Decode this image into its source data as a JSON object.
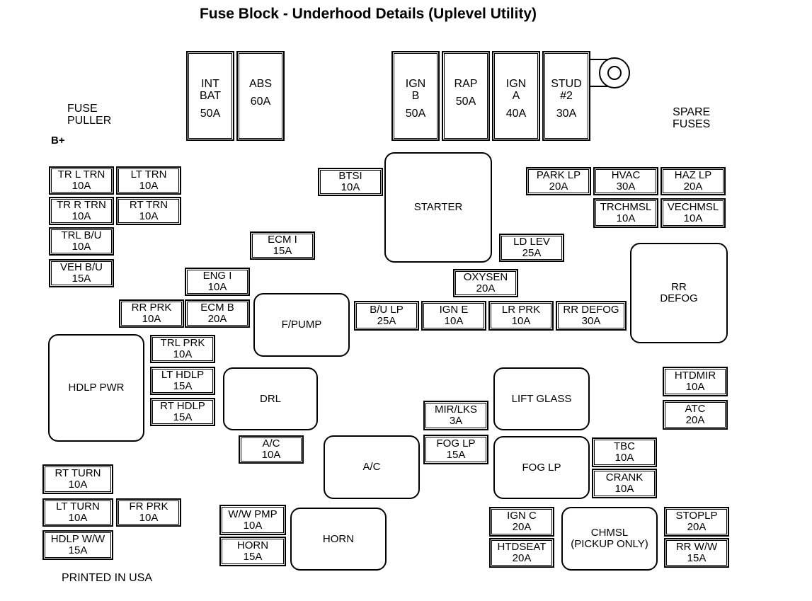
{
  "title": "Fuse Block - Underhood Details (Uplevel Utility)",
  "labels": {
    "fuse_puller_1": "FUSE",
    "fuse_puller_2": "PULLER",
    "b_plus": "B+",
    "spare_fuses_1": "SPARE",
    "spare_fuses_2": "FUSES",
    "printed": "PRINTED IN USA"
  },
  "maxi": {
    "int_bat": [
      "INT",
      "BAT",
      "50A"
    ],
    "abs": [
      "ABS",
      "60A"
    ],
    "ign_b": [
      "IGN",
      "B",
      "50A"
    ],
    "rap": [
      "RAP",
      "50A"
    ],
    "ign_a": [
      "IGN",
      "A",
      "40A"
    ],
    "stud2": [
      "STUD",
      "#2",
      "30A"
    ]
  },
  "fuses": {
    "tr_l_trn": [
      "TR L TRN",
      "10A"
    ],
    "lt_trn": [
      "LT TRN",
      "10A"
    ],
    "tr_r_trn": [
      "TR R TRN",
      "10A"
    ],
    "rt_trn": [
      "RT TRN",
      "10A"
    ],
    "trl_bu": [
      "TRL B/U",
      "10A"
    ],
    "veh_bu": [
      "VEH B/U",
      "15A"
    ],
    "btsi": [
      "BTSI",
      "10A"
    ],
    "ecm_i": [
      "ECM I",
      "15A"
    ],
    "eng_i": [
      "ENG I",
      "10A"
    ],
    "rr_prk": [
      "RR PRK",
      "10A"
    ],
    "ecm_b": [
      "ECM B",
      "20A"
    ],
    "park_lp": [
      "PARK LP",
      "20A"
    ],
    "hvac": [
      "HVAC",
      "30A"
    ],
    "haz_lp": [
      "HAZ LP",
      "20A"
    ],
    "trchmsl": [
      "TRCHMSL",
      "10A"
    ],
    "vechmsl": [
      "VECHMSL",
      "10A"
    ],
    "ld_lev": [
      "LD LEV",
      "25A"
    ],
    "oxysen": [
      "OXYSEN",
      "20A"
    ],
    "bu_lp": [
      "B/U LP",
      "25A"
    ],
    "ign_e": [
      "IGN E",
      "10A"
    ],
    "lr_prk": [
      "LR PRK",
      "10A"
    ],
    "rr_defog_f": [
      "RR DEFOG",
      "30A"
    ],
    "trl_prk": [
      "TRL PRK",
      "10A"
    ],
    "lt_hdlp": [
      "LT HDLP",
      "15A"
    ],
    "rt_hdlp": [
      "RT HDLP",
      "15A"
    ],
    "ac_f": [
      "A/C",
      "10A"
    ],
    "mir_lks": [
      "MIR/LKS",
      "3A"
    ],
    "fog_lp_f": [
      "FOG LP",
      "15A"
    ],
    "htdmir": [
      "HTDMIR",
      "10A"
    ],
    "atc": [
      "ATC",
      "20A"
    ],
    "tbc": [
      "TBC",
      "10A"
    ],
    "crank": [
      "CRANK",
      "10A"
    ],
    "rt_turn": [
      "RT TURN",
      "10A"
    ],
    "lt_turn": [
      "LT TURN",
      "10A"
    ],
    "fr_prk": [
      "FR PRK",
      "10A"
    ],
    "hdlp_ww": [
      "HDLP W/W",
      "15A"
    ],
    "ww_pmp": [
      "W/W PMP",
      "10A"
    ],
    "horn_f": [
      "HORN",
      "15A"
    ],
    "ign_c": [
      "IGN C",
      "20A"
    ],
    "htdseat": [
      "HTDSEAT",
      "20A"
    ],
    "stoplp": [
      "STOPLP",
      "20A"
    ],
    "rr_ww": [
      "RR W/W",
      "15A"
    ]
  },
  "relays": {
    "starter": [
      "STARTER"
    ],
    "rr_defog": [
      "RR",
      "DEFOG"
    ],
    "f_pump": [
      "F/PUMP"
    ],
    "hdlp_pwr": [
      "HDLP PWR"
    ],
    "drl": [
      "DRL"
    ],
    "lift_glass": [
      "LIFT GLASS"
    ],
    "ac": [
      "A/C"
    ],
    "fog_lp": [
      "FOG LP"
    ],
    "horn": [
      "HORN"
    ],
    "chmsl": [
      "CHMSL",
      "(PICKUP ONLY)"
    ]
  }
}
